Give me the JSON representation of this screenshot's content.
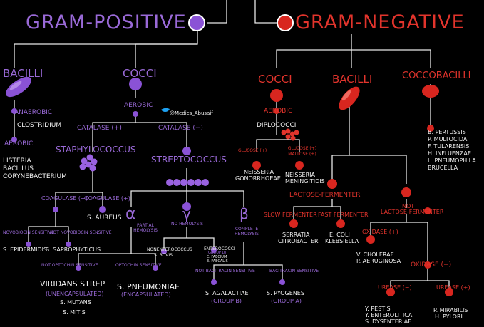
{
  "gram_positive": {
    "title": "GRAM-POSITIVE",
    "bacilli": "BACILLI",
    "cocci": "COCCI",
    "anaerobic": "ANAEROBIC",
    "clostridium": "CLOSTRIDIUM",
    "aerobic_left": "AEROBIC",
    "listeria": "LISTERIA",
    "bacillus": "BACILLUS",
    "corynebacterium": "CORYNEBACTERIUM",
    "aerobic_cocci": "AEROBIC",
    "watermark": "@Medics_Abusaif",
    "catalase_pos": "CATALASE (+)",
    "catalase_neg": "CATALASE (−)",
    "staphylococcus": "STAPHYLOCOCCUS",
    "streptococcus": "STREPTOCOCCUS",
    "coagulase_neg": "COAGULASE (−)",
    "coagulase_pos": "COAGULASE (+)",
    "s_aureus": "S. AUREUS",
    "novobiocin_sens": "NOVOBIOCIN SENSITIVE",
    "novobiocin_res": "NOT NOVOBIOCIN SENSITIVE",
    "s_epidermidis": "S. EPIDERMIDIS",
    "s_saprophyticus": "S. SAPROPHYTICUS",
    "alpha": "α",
    "gamma": "γ",
    "beta": "β",
    "partial_hemolysis": "PARTIAL HEMOLYSIS",
    "no_hemolysis": "NO HEMOLYSIS",
    "complete_hemolysis": "COMPLETE HEMOLYSIS",
    "nonenterococcus": "NONENTEROCOCCUS",
    "s_bovis": "S. BOVIS",
    "enterococci": "ENTEROCOCCI",
    "group_d": "(GROUP D)",
    "e_faecium": "E. FAECIUM",
    "e_faecalis": "E. FAECALIS",
    "not_optochin": "NOT OPTOCHIN SENSITIVE",
    "optochin": "OPTOCHIN SENSITIVE",
    "viridans": "VIRIDANS STREP",
    "unencapsulated": "(UNENCAPSULATED)",
    "s_mutans": "S. MUTANS",
    "s_mitis": "S. MITIS",
    "s_pneumoniae": "S. PNEUMONIAE",
    "encapsulated": "(ENCAPSULATED)",
    "not_bacitracin": "NOT BACITRACIN SENSITIVE",
    "bacitracin": "BACITRACIN SENSITIVE",
    "s_agalactiae": "S. AGALACTIAE",
    "group_b": "(GROUP B)",
    "s_pyogenes": "S. PYOGENES",
    "group_a": "(GROUP A)"
  },
  "gram_negative": {
    "title": "GRAM-NEGATIVE",
    "cocci": "COCCI",
    "bacilli": "BACILLI",
    "coccobacilli": "COCCOBACILLI",
    "aerobic": "AEROBIC",
    "diplococci": "DIPLOCOCCI",
    "glucose_pos": "GLUCOSE (+)",
    "glucose_maltose": "GLUCOSE (+) MALTOSE (+)",
    "n_gonorrhoeae_1": "NEISSERIA",
    "n_gonorrhoeae_2": "GONORRHOEAE",
    "n_meningitidis_1": "NEISSERIA",
    "n_meningitidis_2": "MENINGITIDIS",
    "coccobacilli_list": [
      "B. PERTUSSIS",
      "P. MULTOCIDA",
      "F. TULARENSIS",
      "H. INFLUENZAE",
      "L. PNEUMOPHILA",
      "BRUCELLA"
    ],
    "lactose_fermenter": "LACTOSE-FERMENTER",
    "not_lactose_1": "NOT",
    "not_lactose_2": "LACTOSE-FERMENTER",
    "slow_fermenter": "SLOW FERMENTER",
    "fast_fermenter": "FAST FERMENTER",
    "serratia": "SERRATIA",
    "citrobacter": "CITROBACTER",
    "e_coli": "E. COLI",
    "klebsiella": "KLEBSIELLA",
    "oxidase_pos": "OXIDASE (+)",
    "oxidase_neg": "OXIDASE (−)",
    "v_cholerae": "V. CHOLERAE",
    "p_aeruginosa": "P. AERUGINOSA",
    "urease_neg": "UREASE (−)",
    "urease_pos": "UREASE (+)",
    "y_pestis": "Y. PESTIS",
    "y_enterolitica": "Y. ENTEROLITICA",
    "s_dysenteriae": "S. DYSENTERIAE",
    "p_mirabilis": "P. MIRABILIS",
    "h_pylori": "H. PYLORI"
  },
  "colors": {
    "purple": "#8a52d6",
    "red": "#d8261f",
    "white": "#f2f2f2"
  }
}
